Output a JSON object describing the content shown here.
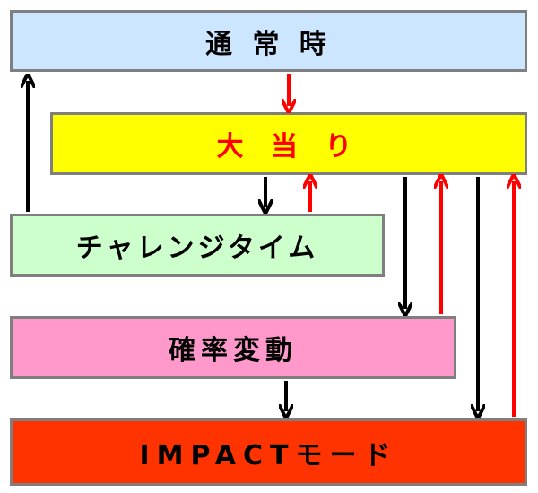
{
  "states": {
    "normal": {
      "label": "通 常 時",
      "fill": "#cce6ff",
      "text_color": "#000000"
    },
    "jackpot": {
      "label": "大 当 り",
      "fill": "#ffff00",
      "text_color": "#ff0000"
    },
    "challenge": {
      "label": "チャレンジタイム",
      "fill": "#ccffcc",
      "text_color": "#000000"
    },
    "kakuhen": {
      "label": "確率変動",
      "fill": "#ff99cc",
      "text_color": "#000000"
    },
    "impact": {
      "label": "IMPACTモード",
      "fill": "#ff3300",
      "text_color": "#000000"
    }
  },
  "colors": {
    "border": "#7f7f7f",
    "arrow_down": "#000000",
    "arrow_return": "#ff0000"
  }
}
